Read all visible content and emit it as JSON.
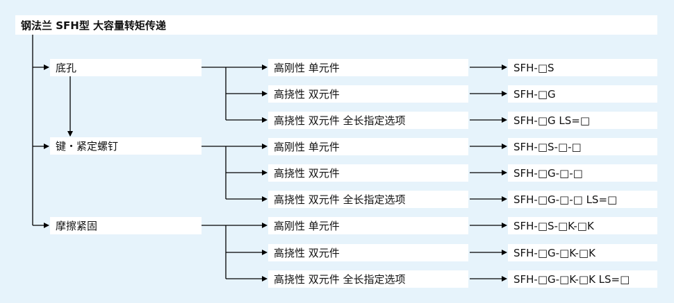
{
  "title": "钢法兰 SFH型 大容量转矩传递",
  "groups": [
    {
      "label": "底孔",
      "rows": [
        {
          "type": "高刚性 单元件",
          "code": "SFH-□S"
        },
        {
          "type": "高挠性 双元件",
          "code": "SFH-□G"
        },
        {
          "type": "高挠性 双元件 全长指定选项",
          "code": "SFH-□G LS=□"
        }
      ]
    },
    {
      "label": "键・紧定螺钉",
      "rows": [
        {
          "type": "高刚性 单元件",
          "code": "SFH-□S-□-□"
        },
        {
          "type": "高挠性 双元件",
          "code": "SFH-□G-□-□"
        },
        {
          "type": "高挠性 双元件 全长指定选项",
          "code": "SFH-□G-□-□ LS=□"
        }
      ]
    },
    {
      "label": "摩擦紧固",
      "rows": [
        {
          "type": "高刚性 单元件",
          "code": "SFH-□S-□K-□K"
        },
        {
          "type": "高挠性 双元件",
          "code": "SFH-□G-□K-□K"
        },
        {
          "type": "高挠性 双元件 全长指定选项",
          "code": "SFH-□G-□K-□K LS=□"
        }
      ]
    }
  ]
}
